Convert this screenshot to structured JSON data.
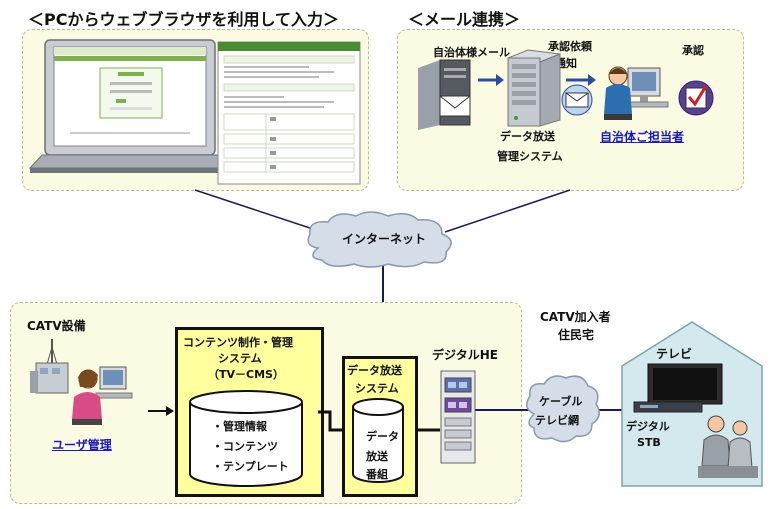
{
  "top_left": {
    "title": "＜PCからウェブブラウザを利用して入力＞"
  },
  "top_right": {
    "title": "＜メール連携＞",
    "municipal_mail": "自治体様メール",
    "approval_request": [
      "承認依頼",
      "通知"
    ],
    "approval": "承認",
    "broadcast_system": [
      "データ放送",
      "管理システム"
    ],
    "municipal_staff": "自治体ご担当者"
  },
  "network": {
    "internet": "インターネット",
    "cable": [
      "ケーブル",
      "テレビ網"
    ]
  },
  "catv": {
    "facility_label": "CATV設備",
    "user_mgmt": "ユーザ管理",
    "cms_title": [
      "コンテンツ制作・管理",
      "システム",
      "（TV－CMS）"
    ],
    "cms_items": [
      "・管理情報",
      "・コンテンツ",
      "・テンプレート"
    ],
    "dbs_title": [
      "データ放送",
      "システム"
    ],
    "dbs_items": [
      "データ",
      "放送",
      "番組"
    ],
    "digital_he": "デジタルHE"
  },
  "home": {
    "subscriber": [
      "CATV加入者",
      "住民宅"
    ],
    "tv": "テレビ",
    "stb": [
      "デジタル",
      "STB"
    ]
  }
}
